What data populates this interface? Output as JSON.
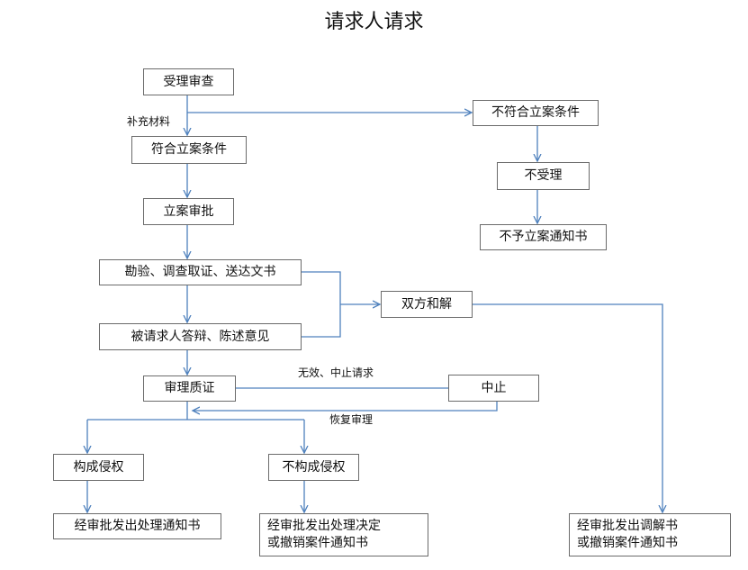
{
  "title": "请求人请求",
  "nodes": {
    "accept_review": "受理审查",
    "meets": "符合立案条件",
    "not_meets": "不符合立案条件",
    "not_accept": "不受理",
    "no_case_notice": "不予立案通知书",
    "case_approval": "立案审批",
    "investigate": "勘验、调查取证、送达文书",
    "respondent": "被请求人答辩、陈述意见",
    "mediation": "双方和解",
    "review": "审理质证",
    "suspend": "中止",
    "infringe": "构成侵权",
    "not_infringe": "不构成侵权",
    "notice_handle": "经审批发出处理通知书",
    "decision_line1": "经审批发出处理决定",
    "decision_line2": "或撤销案件通知书",
    "mediation_line1": "经审批发出调解书",
    "mediation_line2": "或撤销案件通知书"
  },
  "edge_labels": {
    "supplement": "补充材料",
    "invalid_suspend": "无效、中止请求",
    "resume": "恢复审理"
  },
  "colors": {
    "edge": "#4f81bd",
    "border": "#6b6b6b"
  }
}
